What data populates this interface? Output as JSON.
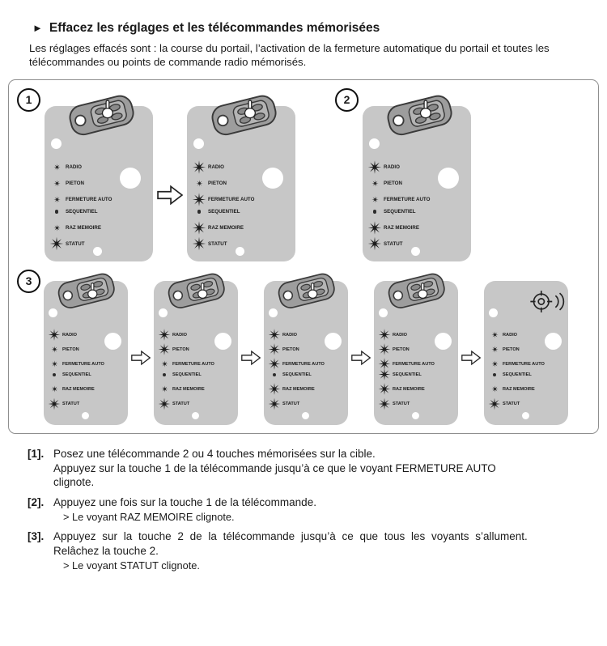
{
  "page": {
    "marker": "►",
    "title": "Effacez les réglages et les télécommandes mémorisées",
    "intro": "Les réglages effacés sont : la course du portail, l’activation de la fermeture automatique du portail et toutes les télécommandes ou points de commande radio mémorisés."
  },
  "figure": {
    "led_labels": [
      "RADIO",
      "PIETON",
      "FERMETURE AUTO",
      "SEQUENTIEL",
      "RAZ MEMOIRE",
      "STATUT"
    ],
    "rows": [
      {
        "step": "1",
        "sequence": [
          {
            "kind": "panel",
            "size": "lg",
            "remote": "btn1",
            "leds": [
              "on",
              "on",
              "on",
              "off",
              "on",
              "flash"
            ]
          },
          {
            "kind": "arrow"
          },
          {
            "kind": "panel",
            "size": "lg",
            "remote": "btn1",
            "leds": [
              "flash",
              "on",
              "flash",
              "off",
              "flash",
              "flash"
            ]
          },
          {
            "kind": "step",
            "label": "2"
          },
          {
            "kind": "panel",
            "size": "lg",
            "remote": "btn1",
            "leds": [
              "flash",
              "on",
              "on",
              "off",
              "flash",
              "flash"
            ]
          }
        ]
      },
      {
        "step": "3",
        "sequence": [
          {
            "kind": "panel",
            "size": "sm",
            "remote": "btn2",
            "leds": [
              "flash",
              "on",
              "on",
              "off",
              "on",
              "flash"
            ]
          },
          {
            "kind": "arrow"
          },
          {
            "kind": "panel",
            "size": "sm",
            "remote": "btn2",
            "leds": [
              "flash",
              "flash",
              "on",
              "off",
              "on",
              "flash"
            ]
          },
          {
            "kind": "arrow"
          },
          {
            "kind": "panel",
            "size": "sm",
            "remote": "btn2",
            "leds": [
              "flash",
              "flash",
              "flash",
              "off",
              "flash",
              "flash"
            ]
          },
          {
            "kind": "arrow"
          },
          {
            "kind": "panel",
            "size": "sm",
            "remote": "btn2",
            "leds": [
              "flash",
              "flash",
              "flash",
              "flash",
              "flash",
              "flash"
            ]
          },
          {
            "kind": "arrow"
          },
          {
            "kind": "panel",
            "size": "sm",
            "remote": "target",
            "leds": [
              "on",
              "on",
              "on",
              "off",
              "on",
              "flash"
            ]
          }
        ]
      }
    ]
  },
  "instructions": [
    {
      "num": "[1].",
      "lines": [
        "Posez une télécommande 2 ou 4 touches mémorisées sur la cible.",
        "Appuyez sur la touche 1 de la télécommande jusqu’à ce que le voyant FERMETURE AUTO",
        "clignote."
      ],
      "subs": []
    },
    {
      "num": "[2].",
      "lines": [
        "Appuyez une fois sur la touche 1 de la télécommande."
      ],
      "subs": [
        "> Le voyant RAZ MEMOIRE clignote."
      ]
    },
    {
      "num": "[3].",
      "lines": [
        "Appuyez sur la touche 2 de la télécommande jusqu’à ce que tous les voyants s’allument.",
        "Relâchez la touche 2."
      ],
      "subs": [
        "> Le voyant STATUT clignote."
      ]
    }
  ],
  "colors": {
    "panel_gray": "#c7c7c7",
    "ink": "#1a1a1a",
    "box_border": "#8f8f8f"
  }
}
